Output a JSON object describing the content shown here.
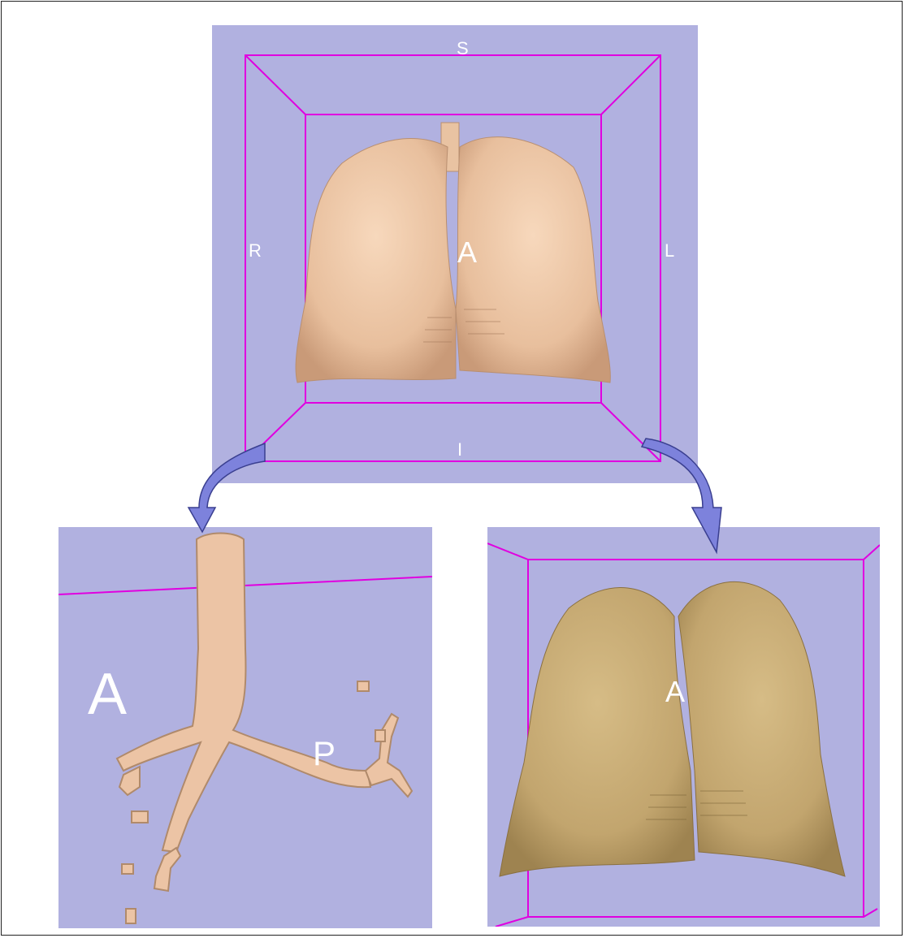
{
  "top_view": {
    "orientation_labels": {
      "superior": "S",
      "right": "R",
      "left": "L",
      "inferior": "I",
      "anterior": "A"
    }
  },
  "airway_view": {
    "labels": {
      "anterior": "A",
      "posterior": "P"
    }
  },
  "lung_view": {
    "labels": {
      "anterior": "A"
    }
  },
  "colors": {
    "panel_background": "#b1b1e0",
    "bounding_box": "#e000e0",
    "lung_surface": "#eec7a6",
    "airway_surface": "#eec7a6",
    "lung_surface_alt": "#c9ad78",
    "arrow": "#7d82dc"
  }
}
